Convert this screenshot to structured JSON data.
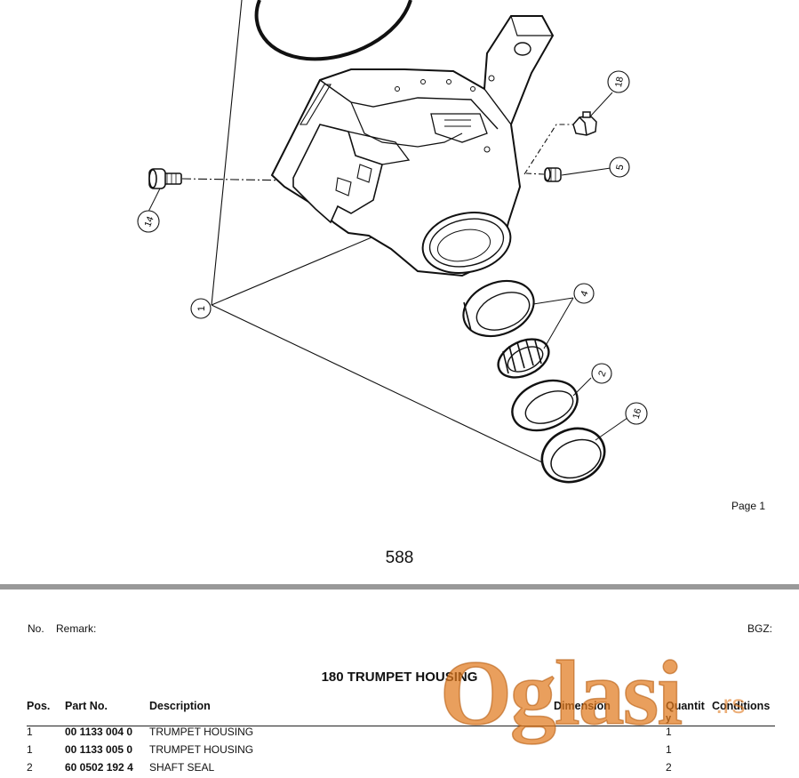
{
  "diagram": {
    "callouts": [
      "1",
      "2",
      "4",
      "5",
      "14",
      "16",
      "18"
    ]
  },
  "page_label": "Page 1",
  "page_number": "588",
  "meta": {
    "no_label": "No.",
    "remark_label": "Remark:",
    "bgz_label": "BGZ:"
  },
  "section_title": "180 TRUMPET HOUSING",
  "table": {
    "headers": {
      "pos": "Pos.",
      "part_no": "Part No.",
      "description": "Description",
      "dimension": "Dimension",
      "quantity": "Quantit",
      "quantity_wrap": "y",
      "conditions": "Conditions"
    },
    "rows": [
      {
        "pos": "1",
        "part_no": "00 1133 004 0",
        "description": "TRUMPET HOUSING",
        "quantity": "1"
      },
      {
        "pos": "1",
        "part_no": "00 1133 005 0",
        "description": "TRUMPET HOUSING",
        "quantity": "1"
      },
      {
        "pos": "2",
        "part_no": "60 0502 192 4",
        "description": "SHAFT SEAL",
        "quantity": "2"
      }
    ]
  },
  "watermark": {
    "text": "Oglasi",
    "suffix": ".rs",
    "color": "#e07a1f"
  }
}
